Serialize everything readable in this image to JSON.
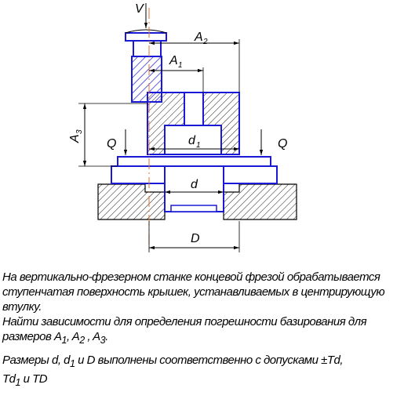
{
  "diagram": {
    "labels": {
      "force_top": "V",
      "dim_a2": "A",
      "dim_a2_sub": "2",
      "dim_a1": "A",
      "dim_a1_sub": "1",
      "dim_a3": "A",
      "dim_a3_sub": "3",
      "force_left": "Q",
      "force_right": "Q",
      "dim_d1": "d",
      "dim_d1_sub": "1",
      "dim_d": "d",
      "dim_D": "D"
    },
    "colors": {
      "part_outline": "#1a1ad6",
      "center_line": "#e0712a",
      "dimension": "#000000",
      "background": "#ffffff"
    }
  },
  "text": {
    "para1": "На вертикально-фрезерном станке концевой фрезой обрабатывается ступенчатая поверхность крышек, устанавливаемых в центрирующую втулку.",
    "para2_main": "Найти зависимости для определения погрешности базирования для размеров ",
    "para2_a1": "A",
    "para2_a1_sub": "1",
    "para2_sep1": ", ",
    "para2_a2": "A",
    "para2_a2_sub": "2",
    "para2_sep2": " , ",
    "para2_a3": "A",
    "para2_a3_sub": "3",
    "para2_end": ".",
    "para3_main": "Размеры  d, d",
    "para3_d1_sub": "1",
    "para3_mid": "  и D выполнены соответственно с допусками ±Td,",
    "para3_td1": "Td",
    "para3_td1_sub": "1",
    "para3_end": "  и TD"
  }
}
